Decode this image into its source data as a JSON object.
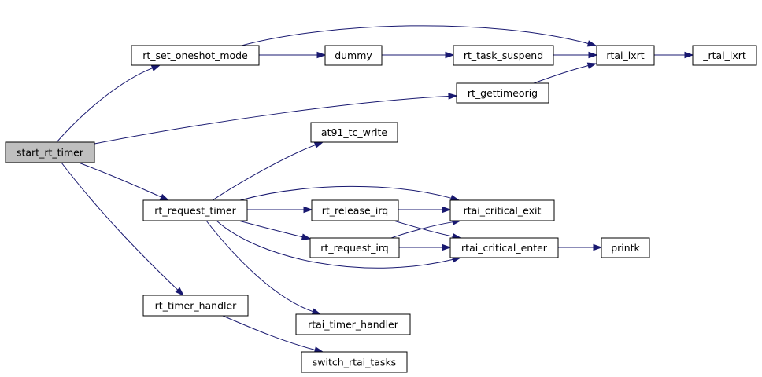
{
  "graph": {
    "root": "start_rt_timer",
    "edge_color": "#191970",
    "root_fill": "#bfbfbf",
    "nodes": {
      "start_rt_timer": "start_rt_timer",
      "rt_set_oneshot_mode": "rt_set_oneshot_mode",
      "dummy": "dummy",
      "rt_task_suspend": "rt_task_suspend",
      "rtai_lxrt": "rtai_lxrt",
      "_rtai_lxrt": "_rtai_lxrt",
      "rt_gettimeorig": "rt_gettimeorig",
      "at91_tc_write": "at91_tc_write",
      "rt_request_timer": "rt_request_timer",
      "rt_release_irq": "rt_release_irq",
      "rtai_critical_exit": "rtai_critical_exit",
      "rt_request_irq": "rt_request_irq",
      "rtai_critical_enter": "rtai_critical_enter",
      "printk": "printk",
      "rt_timer_handler": "rt_timer_handler",
      "rtai_timer_handler": "rtai_timer_handler",
      "switch_rtai_tasks": "switch_rtai_tasks"
    },
    "edges": [
      [
        "start_rt_timer",
        "rt_set_oneshot_mode"
      ],
      [
        "start_rt_timer",
        "rt_gettimeorig"
      ],
      [
        "start_rt_timer",
        "rt_request_timer"
      ],
      [
        "start_rt_timer",
        "rt_timer_handler"
      ],
      [
        "rt_set_oneshot_mode",
        "dummy"
      ],
      [
        "rt_set_oneshot_mode",
        "rtai_lxrt"
      ],
      [
        "dummy",
        "rt_task_suspend"
      ],
      [
        "rt_task_suspend",
        "rtai_lxrt"
      ],
      [
        "rt_gettimeorig",
        "rtai_lxrt"
      ],
      [
        "rtai_lxrt",
        "_rtai_lxrt"
      ],
      [
        "rt_request_timer",
        "at91_tc_write"
      ],
      [
        "rt_request_timer",
        "rtai_critical_exit"
      ],
      [
        "rt_request_timer",
        "rt_release_irq"
      ],
      [
        "rt_request_timer",
        "rt_request_irq"
      ],
      [
        "rt_request_timer",
        "rtai_critical_enter"
      ],
      [
        "rt_request_timer",
        "rtai_timer_handler"
      ],
      [
        "rt_release_irq",
        "rtai_critical_exit"
      ],
      [
        "rt_release_irq",
        "rtai_critical_enter"
      ],
      [
        "rt_request_irq",
        "rtai_critical_exit"
      ],
      [
        "rt_request_irq",
        "rtai_critical_enter"
      ],
      [
        "rtai_critical_enter",
        "printk"
      ],
      [
        "rt_timer_handler",
        "switch_rtai_tasks"
      ]
    ]
  }
}
